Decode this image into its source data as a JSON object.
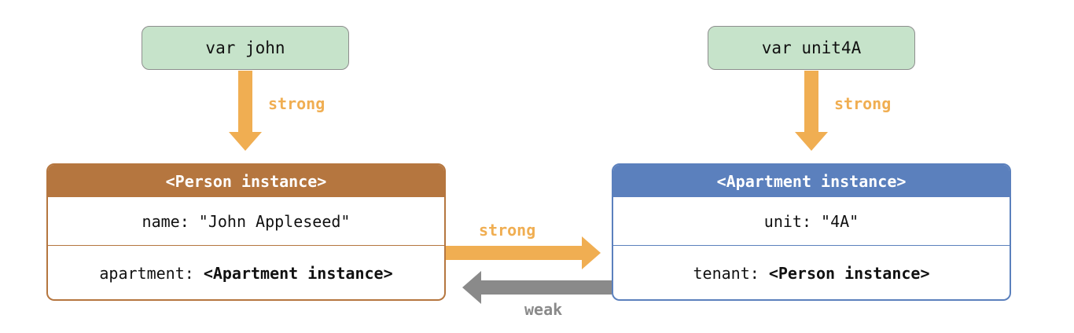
{
  "variables": {
    "john": "var john",
    "unit4A": "var unit4A"
  },
  "references": {
    "john_to_person": "strong",
    "unit4A_to_apartment": "strong",
    "person_to_apartment": "strong",
    "apartment_to_person": "weak"
  },
  "person": {
    "header": "<Person instance>",
    "name_key": "name: ",
    "name_value": "\"John Appleseed\"",
    "apartment_key": "apartment: ",
    "apartment_value": "<Apartment instance>"
  },
  "apartment": {
    "header": "<Apartment instance>",
    "unit_key": "unit: ",
    "unit_value": "\"4A\"",
    "tenant_key": "tenant: ",
    "tenant_value": "<Person instance>"
  },
  "colors": {
    "strong_arrow": "#f0ae52",
    "weak_arrow": "#8a8a8a",
    "person": "#b5763f",
    "apartment": "#5b80bd",
    "variable_fill": "#c6e3ca"
  }
}
